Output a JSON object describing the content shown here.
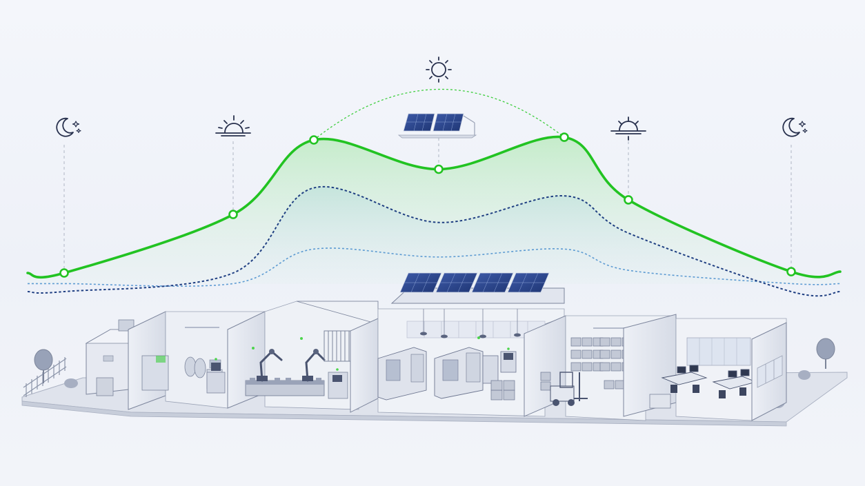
{
  "colors": {
    "primary_curve": "#22c322",
    "secondary_curve": "#1f3f82",
    "tertiary_curve": "#5d9bd2",
    "icon_stroke": "#27304d",
    "guide_line": "#b9bfcc",
    "building_wall": "#e4e8f1",
    "building_edge": "#7c859c",
    "floor": "#dde2ec",
    "accent_green": "#4cd44c"
  },
  "icons": [
    "moon-stars-icon",
    "sunrise-icon",
    "sun-icon",
    "sunset-icon",
    "moon-stars-icon"
  ],
  "scene": {
    "zones": [
      "storage-utility",
      "tank-room",
      "robotic-assembly",
      "cnc-machining",
      "warehouse",
      "office"
    ]
  },
  "chart_data": {
    "type": "line",
    "x": [
      0.0,
      0.21,
      0.36,
      0.51,
      0.66,
      0.74,
      1.0
    ],
    "series": [
      {
        "values": [
          0.0,
          0.44,
          1.0,
          0.78,
          1.02,
          0.55,
          0.01
        ]
      },
      {
        "values": [
          -0.14,
          0.0,
          0.64,
          0.38,
          0.58,
          0.3,
          -0.14
        ]
      },
      {
        "values": [
          -0.08,
          -0.08,
          0.18,
          0.12,
          0.18,
          0.02,
          -0.08
        ]
      }
    ],
    "markers_series_index": 0,
    "peak_arc": true,
    "grid": false,
    "legend": "none"
  }
}
